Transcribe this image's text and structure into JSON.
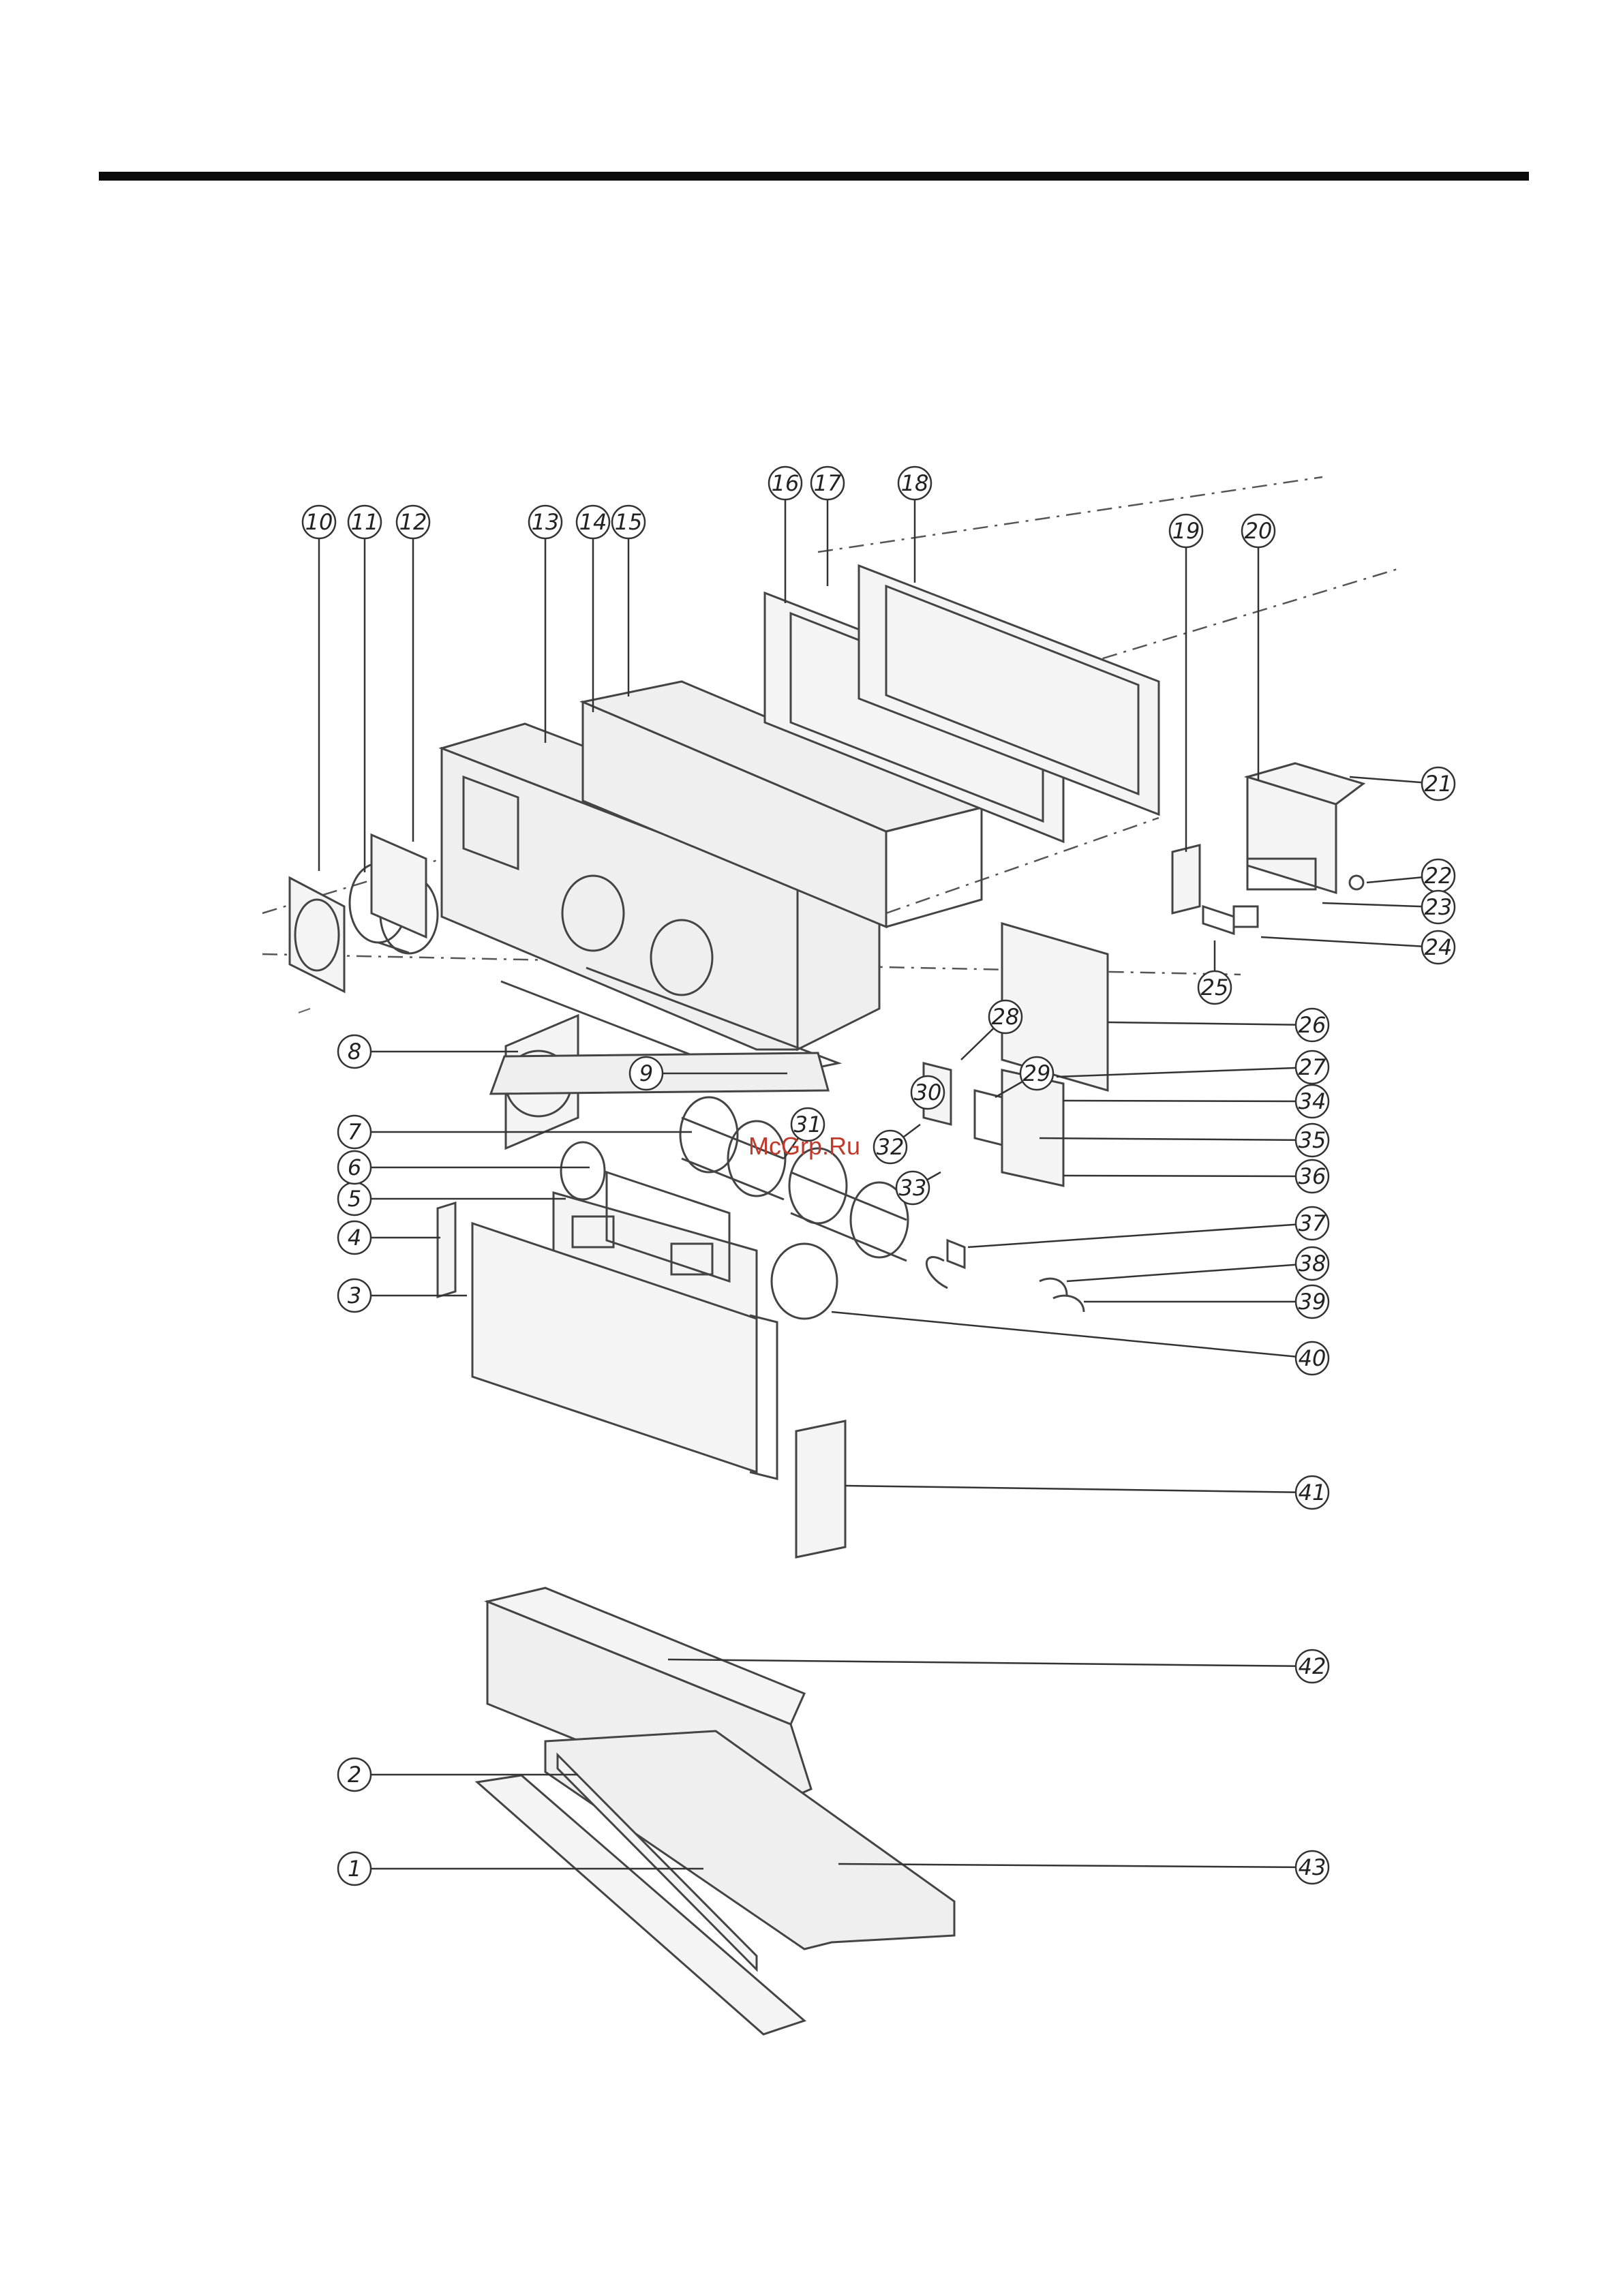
{
  "watermark": "McGrp.Ru",
  "part_numbers": [
    "1",
    "2",
    "3",
    "4",
    "5",
    "6",
    "7",
    "8",
    "9",
    "10",
    "11",
    "12",
    "13",
    "14",
    "15",
    "16",
    "17",
    "18",
    "19",
    "20",
    "21",
    "22",
    "23",
    "24",
    "25",
    "26",
    "27",
    "28",
    "29",
    "30",
    "31",
    "32",
    "33",
    "34",
    "35",
    "36",
    "37",
    "38",
    "39",
    "40",
    "41",
    "42",
    "43"
  ]
}
